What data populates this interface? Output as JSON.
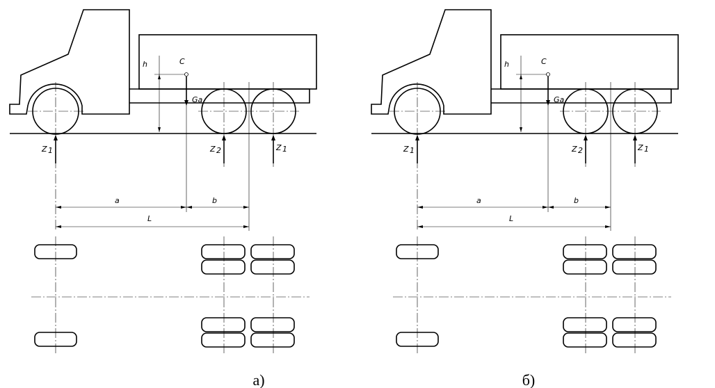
{
  "diagrams": [
    {
      "caption": "а)",
      "labels": {
        "h": "h",
        "c": "C",
        "ga": "Ga",
        "z1": "Z",
        "z1_sub": "1",
        "z2": "Z",
        "z2_sub": "2",
        "z3": "Z",
        "z3_sub": "1",
        "a": "a",
        "b": "b",
        "l": "L"
      }
    },
    {
      "caption": "б)",
      "labels": {
        "h": "h",
        "c": "C",
        "ga": "Ga",
        "z1": "Z",
        "z1_sub": "1",
        "z2": "Z",
        "z2_sub": "2",
        "z3": "Z",
        "z3_sub": "1",
        "a": "a",
        "b": "b",
        "l": "L"
      }
    }
  ]
}
